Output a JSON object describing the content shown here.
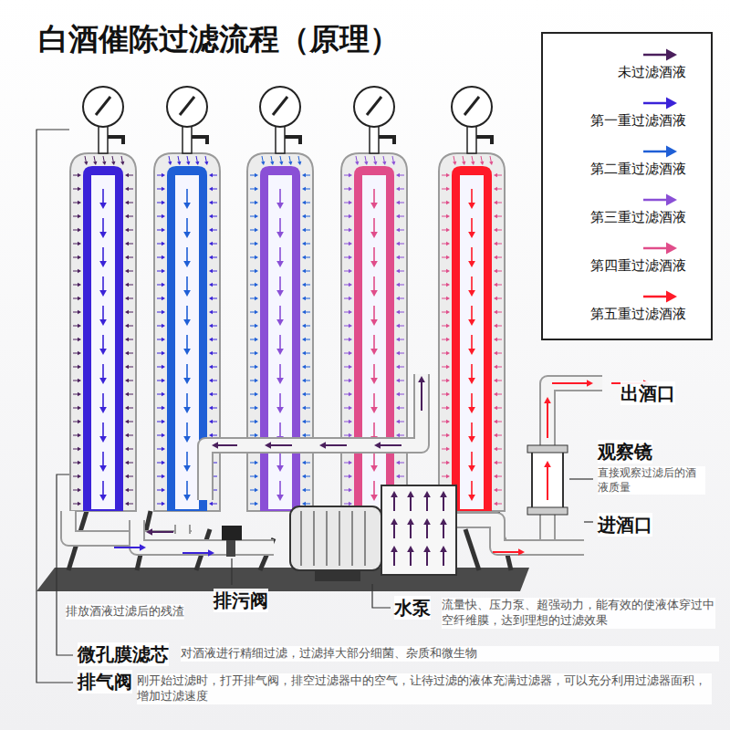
{
  "diagram": {
    "title": "白酒催陈过滤流程（原理）",
    "labels": [
      "出酒口",
      "观察镜",
      "直接观察过滤后的酒液质量",
      "进酒口",
      "排放酒液过滤后的残渣",
      "排污阀",
      "水泵",
      "流量快、压力泵、超强动力，能有效的使液体穿过中空纤维膜，达到理想的过滤效果",
      "微孔膜滤芯",
      "对酒液进行精细过滤，过滤掉大部分细菌、杂质和微生物",
      "排气阀",
      "刚开始过滤时，打开排气阀，排空过滤器中的空气，让待过滤的液体充满过滤器，可以充分利用过滤器面积，增加过滤速度"
    ],
    "legend": [
      {
        "text": "未过滤酒液"
      },
      {
        "text": "第一重过滤酒液"
      },
      {
        "text": "第二重过滤酒液"
      },
      {
        "text": "第三重过滤酒液"
      },
      {
        "text": "第四重过滤酒液"
      },
      {
        "text": "第五重过滤酒液"
      }
    ]
  }
}
